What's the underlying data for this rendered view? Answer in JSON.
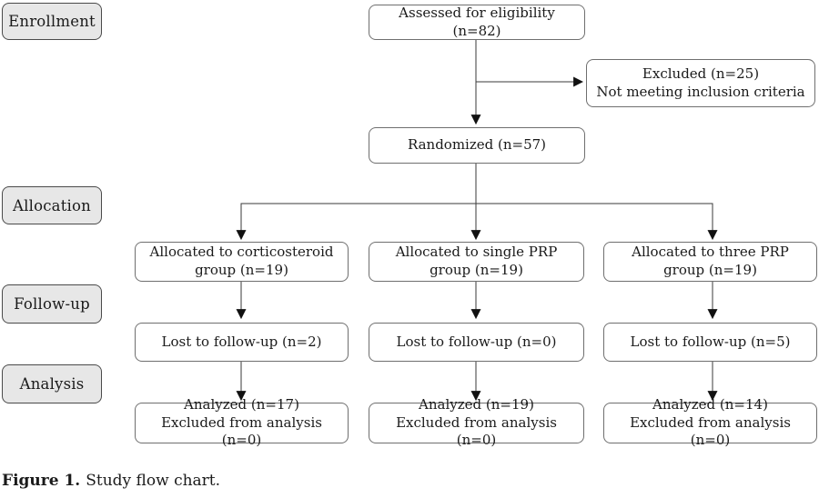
{
  "stages": [
    "Enrollment",
    "Allocation",
    "Follow-up",
    "Analysis"
  ],
  "flow": {
    "assessed": "Assessed for eligibility (n=82)",
    "excluded": {
      "line1": "Excluded (n=25)",
      "line2": "Not meeting inclusion criteria"
    },
    "randomized": "Randomized (n=57)",
    "allocation": [
      {
        "line1": "Allocated to corticosteroid",
        "line2": "group (n=19)"
      },
      {
        "line1": "Allocated to single PRP",
        "line2": "group (n=19)"
      },
      {
        "line1": "Allocated to three PRP",
        "line2": "group (n=19)"
      }
    ],
    "followup": [
      "Lost to follow-up (n=2)",
      "Lost to follow-up (n=0)",
      "Lost to follow-up (n=5)"
    ],
    "analysis": [
      {
        "line1": "Analyzed (n=17)",
        "line2": "Excluded from analysis (n=0)"
      },
      {
        "line1": "Analyzed (n=19)",
        "line2": "Excluded from analysis (n=0)"
      },
      {
        "line1": "Analyzed (n=14)",
        "line2": "Excluded from analysis (n=0)"
      }
    ]
  },
  "caption": {
    "label": "Figure 1.",
    "text": "Study flow chart."
  },
  "colors": {
    "stage_fill": "#e7e7e7",
    "stage_border": "#4a4a4a",
    "box_border": "#6f6f6f",
    "line": "#3a3a3a",
    "arrow": "#111111",
    "text": "#1a1a1a",
    "background": "#ffffff"
  }
}
